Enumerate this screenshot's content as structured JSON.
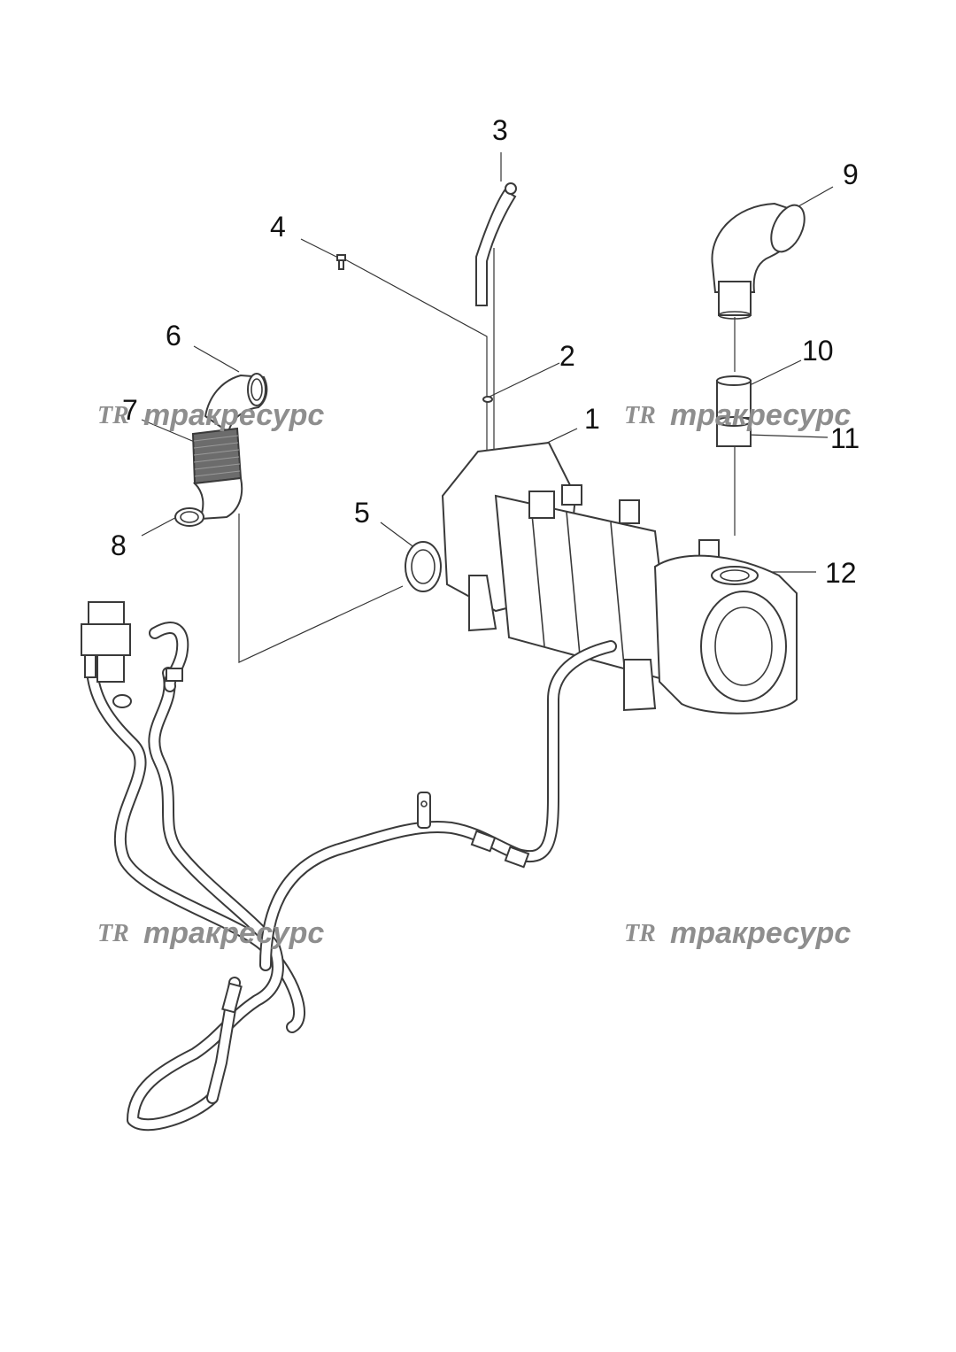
{
  "diagram": {
    "callouts": [
      "1",
      "2",
      "3",
      "4",
      "5",
      "6",
      "7",
      "8",
      "9",
      "10",
      "11",
      "12"
    ],
    "watermark": {
      "logo": "TR",
      "text": "тракресурс"
    }
  }
}
